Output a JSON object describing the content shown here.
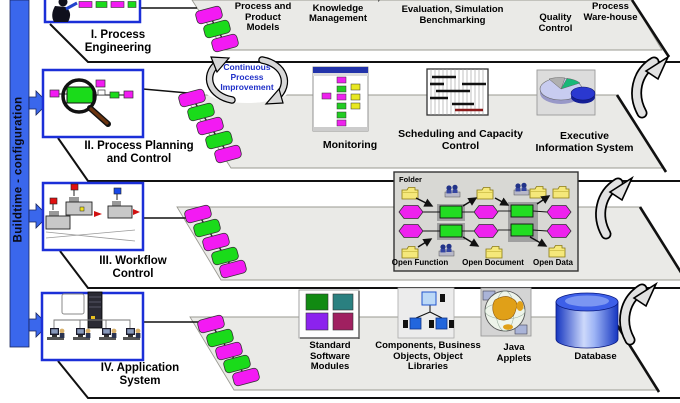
{
  "figure": {
    "buildtime_label": "Buildtime - configuration"
  },
  "levels": {
    "l1": "I. Process Engineering",
    "l2": "II. Process Planning and Control",
    "l3": "III. Workflow Control",
    "l4": "IV. Application System"
  },
  "row1": {
    "item1": "Process and Product Models",
    "item2": "Reference Models, Knowledge Management",
    "item3": "Evaluation, Simulation Benchmarking",
    "item4": "Quality Control",
    "item5": "Process Ware-house"
  },
  "row2": {
    "cycle_label": "Continuous Process Improvement",
    "item1": "Monitoring",
    "item2": "Scheduling and Capacity Control",
    "item3": "Executive Information System"
  },
  "row3": {
    "folder_label": "Folder",
    "open_function": "Open Function",
    "open_document": "Open Document",
    "open_data": "Open Data"
  },
  "row4": {
    "item1": "Standard Software Modules",
    "item2": "Components, Business Objects, Object Libraries",
    "item3": "Java Applets",
    "item4": "Database"
  },
  "icons": {
    "level1": "engineer-at-board-icon",
    "level2": "magnifier-over-process-icon",
    "level3": "machines-icon",
    "level4": "computer-network-icon",
    "monitoring": "epc-window-icon",
    "scheduling": "gantt-chart-icon",
    "eis": "pie-chart-icon",
    "workflow": "workflow-folders-panel",
    "modules": "colored-squares-icon",
    "components": "object-tree-icon",
    "java": "globe-icon",
    "database": "cylinder-icon"
  },
  "colors": {
    "bar_blue": "#3a67ec",
    "box_border_blue": "#1b2fd8",
    "chain_magenta": "#f31af3",
    "chain_green": "#1adb1a",
    "platform_gray": "#eaeae7",
    "cycle_text_blue": "#2030c8"
  }
}
